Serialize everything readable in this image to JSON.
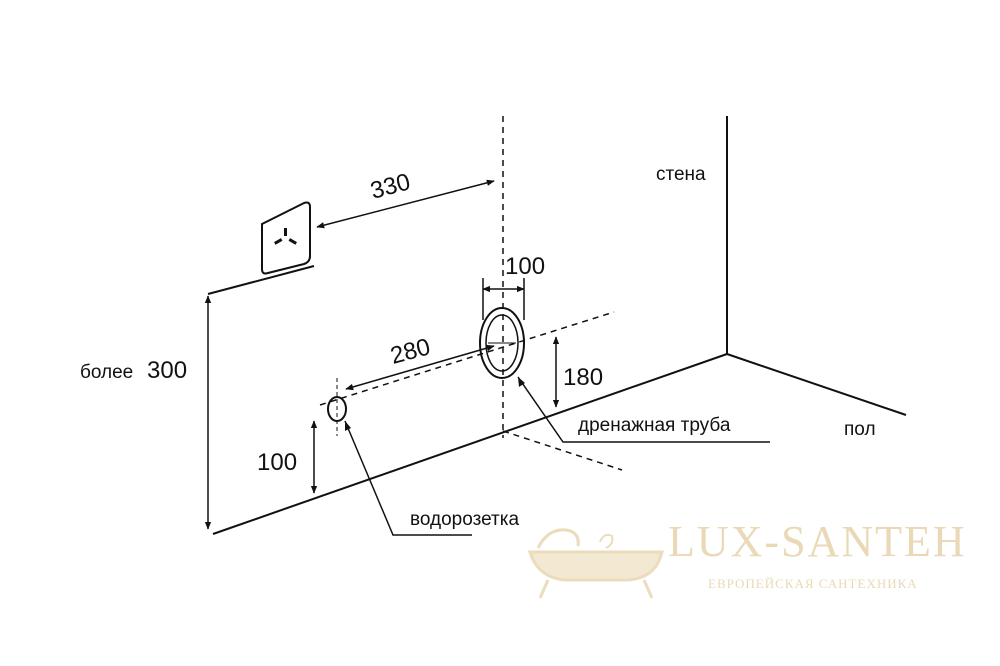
{
  "labels": {
    "wall": "стена",
    "floor": "пол",
    "drain_pipe": "дренажная труба",
    "water_socket": "водорозетка",
    "more_than": "более"
  },
  "dimensions": {
    "switch_to_drain": "330",
    "drain_diameter": "100",
    "socket_to_drain": "280",
    "drain_height": "180",
    "switch_height": "300",
    "socket_height": "100"
  },
  "watermark": {
    "brand": "LUX-SANTEH",
    "tagline": "ЕВРОПЕЙСКАЯ САНТЕХНИКА"
  }
}
